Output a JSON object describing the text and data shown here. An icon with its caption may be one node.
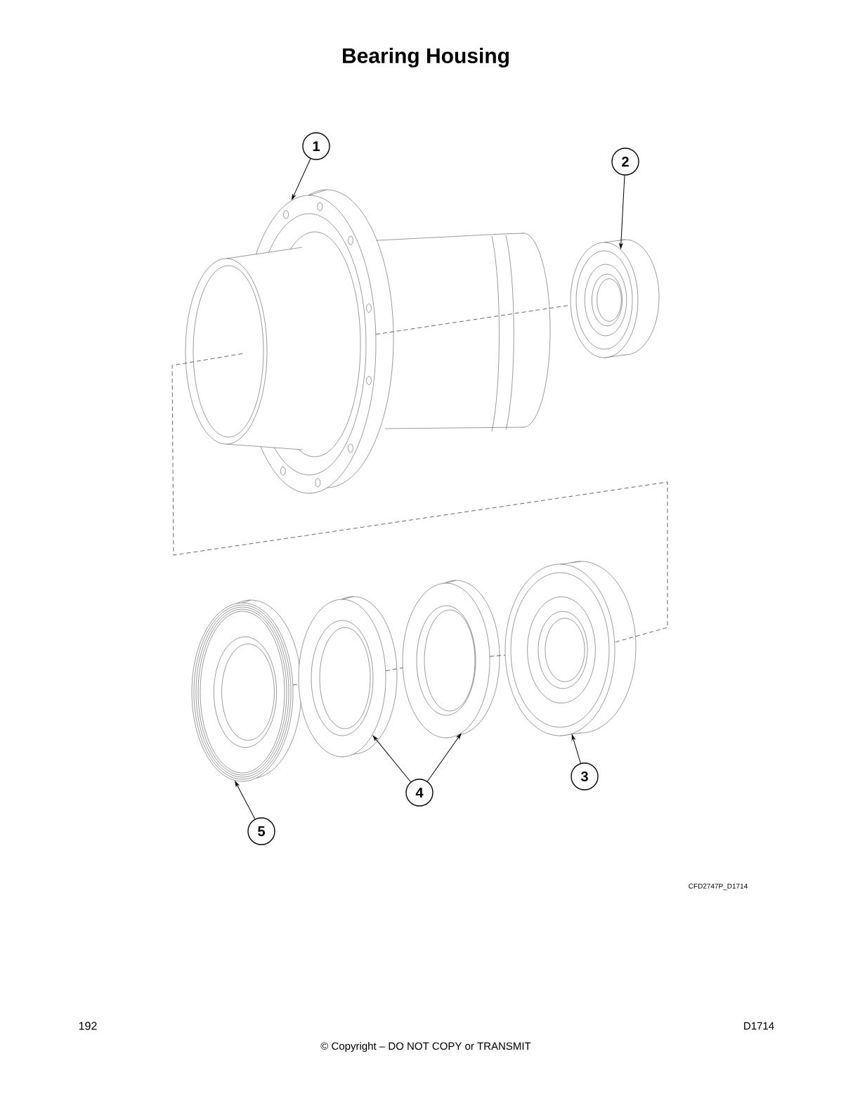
{
  "diagram": {
    "title": "Bearing Housing",
    "nodes": [
      {
        "text": [
          "1"
        ]
      },
      {
        "text": [
          "2"
        ]
      },
      {
        "text": [],
        "shape": "picture"
      },
      {
        "text": [],
        "shape": "picture"
      },
      {
        "text": [],
        "shape": "picture"
      },
      {
        "text": [],
        "shape": "picture"
      },
      {
        "text": [],
        "shape": "picture"
      },
      {
        "text": [],
        "shape": "picture"
      },
      {
        "text": [
          "3"
        ]
      },
      {
        "text": [
          "4"
        ]
      },
      {
        "text": [
          "5"
        ]
      }
    ],
    "edges": [
      {
        "from": 0,
        "to": 2,
        "arrow": "to"
      },
      {
        "from": 1,
        "to": 3,
        "arrow": "to"
      },
      {
        "from": 8,
        "to": 7,
        "arrow": "to"
      },
      {
        "from": 9,
        "to": 5,
        "arrow": "to"
      },
      {
        "from": 9,
        "to": 6,
        "arrow": "to"
      },
      {
        "from": 10,
        "to": 4,
        "arrow": "to"
      },
      {
        "from": 2,
        "to": 3,
        "arrow": "none",
        "style": "dashed"
      },
      {
        "from": 2,
        "to": 7,
        "arrow": "none",
        "style": "dashed"
      },
      {
        "from": 4,
        "to": 5,
        "arrow": "none",
        "style": "dashed"
      },
      {
        "from": 5,
        "to": 6,
        "arrow": "none",
        "style": "dashed"
      },
      {
        "from": 6,
        "to": 7,
        "arrow": "none",
        "style": "dashed"
      }
    ],
    "labels": [
      "CFD2747P_D1714",
      "192",
      "© Copyright – DO NOT COPY or TRANSMIT",
      "D1714"
    ]
  }
}
